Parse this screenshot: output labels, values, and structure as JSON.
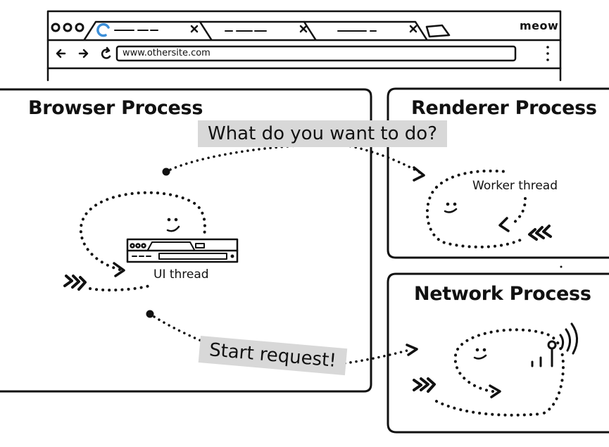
{
  "browser": {
    "brand": "meow",
    "url": "www.othersite.com",
    "more_icon": "vertical-dots-icon",
    "nav_icons": [
      "back-arrow-icon",
      "forward-arrow-icon",
      "reload-icon"
    ]
  },
  "processes": {
    "browser_title": "Browser Process",
    "renderer_title": "Renderer Process",
    "network_title": "Network Process"
  },
  "threads": {
    "ui": "UI thread",
    "worker": "Worker thread"
  },
  "speech": {
    "question": "What do you want to do?",
    "request": "Start request!"
  }
}
